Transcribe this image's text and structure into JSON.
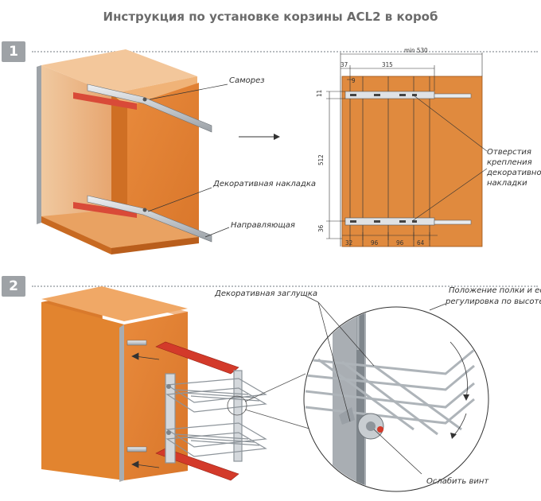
{
  "title": "Инструкция по установке корзины ACL2 в короб",
  "steps": {
    "step1": "1",
    "step2": "2"
  },
  "labels": {
    "screw": "Саморез",
    "decor_plate": "Декоративная накладка",
    "guide": "Направляющая",
    "holes_1": "Отверстия",
    "holes_2": "крепления",
    "holes_3": "декоративной",
    "holes_4": "накладки",
    "decor_plug": "Декоративная заглушка",
    "shelf_pos_1": "Положение полки и ее",
    "shelf_pos_2": "регулировка по высоте",
    "loosen": "Ослабить винт"
  },
  "dims": {
    "min530": "min 530",
    "d37": "37",
    "d315": "315",
    "d9": "9",
    "d11": "11",
    "d512": "512",
    "d36": "36",
    "d32": "32",
    "d96a": "96",
    "d96b": "96",
    "d64": "64"
  },
  "colors": {
    "wood": "#e0873a",
    "wood_dark": "#c46a22",
    "wood_light": "#efa560",
    "rail": "#d8dcdf",
    "red": "#d33a2a",
    "wire": "#b9bec3"
  }
}
